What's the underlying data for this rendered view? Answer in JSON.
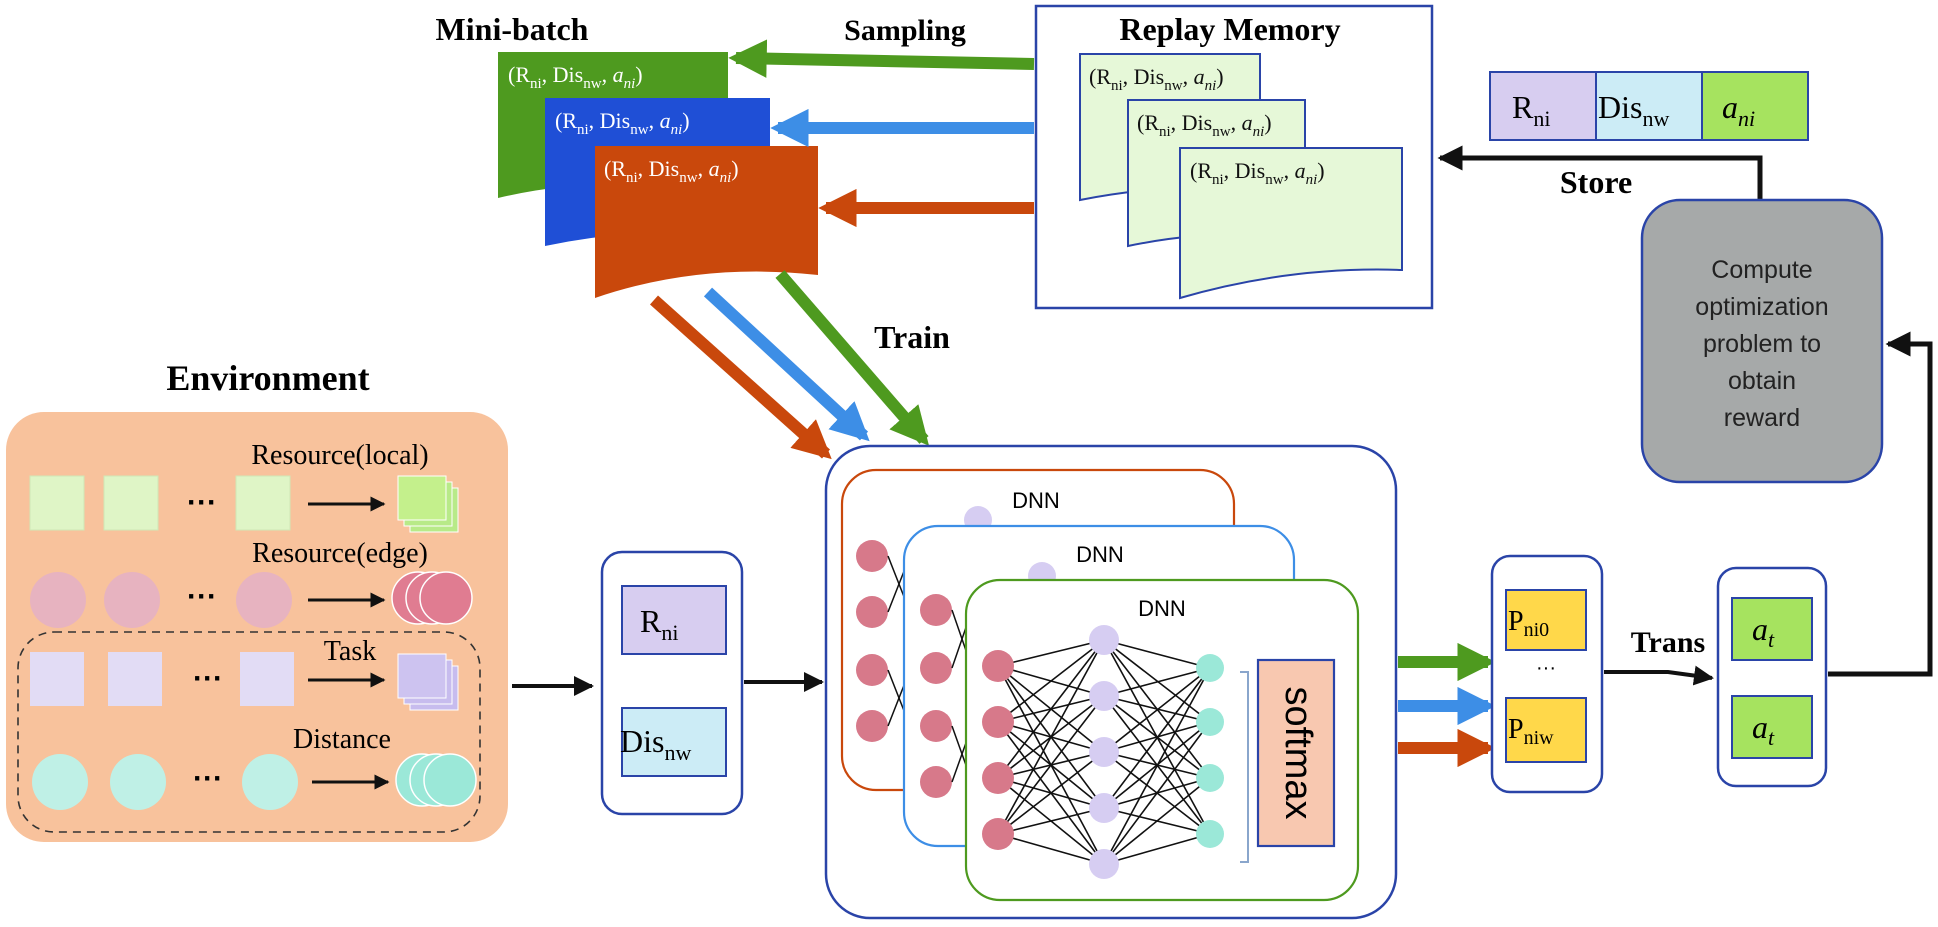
{
  "labels": {
    "mini_batch": "Mini-batch",
    "sampling": "Sampling",
    "replay_memory": "Replay Memory",
    "store": "Store",
    "train": "Train",
    "environment": "Environment",
    "trans": "Trans",
    "softmax": "softmax",
    "dnn": "DNN",
    "ellipsis": "···",
    "vellipsis": "···"
  },
  "tuple": {
    "open": "(R",
    "r_sub": "ni",
    "comma1": ", Dis",
    "dis_sub": "nw",
    "comma2": ", ",
    "a": "a",
    "a_sub": "ni",
    "close": ")"
  },
  "store_cells": {
    "r": "R",
    "r_sub": "ni",
    "dis": "Dis",
    "dis_sub": "nw",
    "a": "a",
    "a_sub": "ni"
  },
  "environment": {
    "resource_local": "Resource(local)",
    "resource_edge": "Resource(edge)",
    "task": "Task",
    "distance": "Distance",
    "dots": "···"
  },
  "input_box": {
    "r": "R",
    "r_sub": "ni",
    "dis": "Dis",
    "dis_sub": "nw"
  },
  "output_box": {
    "p0": "P",
    "p0_sub": "ni0",
    "pw": "P",
    "pw_sub": "niw"
  },
  "action_box": {
    "a": "a",
    "a_sub": "t"
  },
  "reward_box": {
    "lines": [
      "Compute",
      "optimization",
      "problem to",
      "obtain",
      "reward"
    ]
  },
  "colors": {
    "green": "#4e9a1f",
    "blue": "#1f4fd6",
    "orange": "#c9480c",
    "light_blue_arrow": "#3d8ee6",
    "navy_border": "#2a44a8",
    "env_bg": "#f8c29c",
    "cell_purple": "#d7cdf0",
    "cell_blue": "#ccecf6",
    "cell_green": "#a6e35f",
    "memory_card": "#e6f8d8",
    "yellow": "#ffd84a",
    "grey_box": "#a6a9a9",
    "softmax_bg": "#f8c8b0",
    "node_red": "#d7798a",
    "node_purple": "#d6cdf2",
    "node_teal": "#9be8d8"
  }
}
